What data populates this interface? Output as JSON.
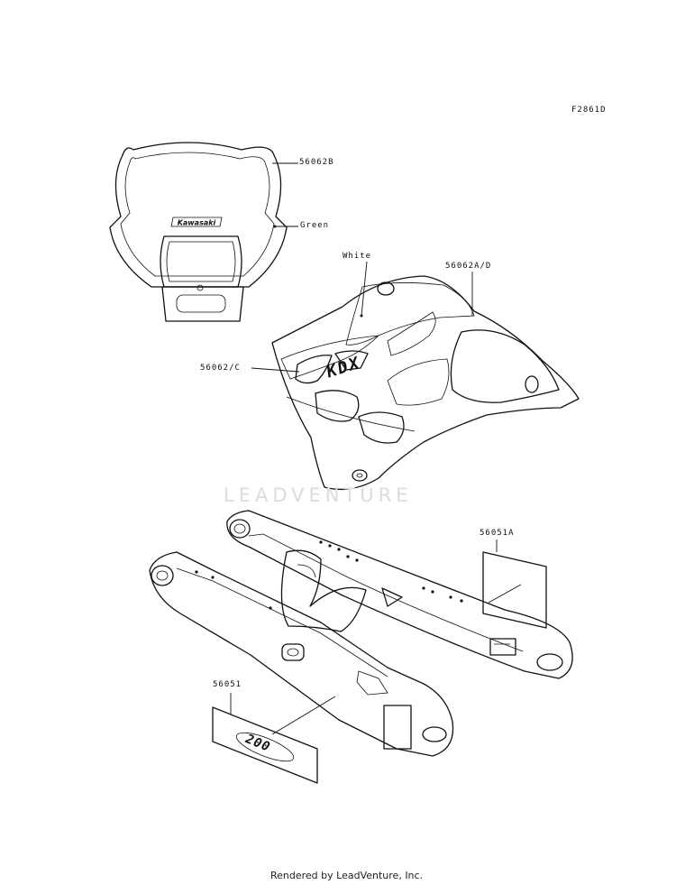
{
  "diagram": {
    "figure_code": "F2861D",
    "labels": {
      "headlight_cover": "56062B",
      "green": "Green",
      "white": "White",
      "shroud_a_d": "56062A/D",
      "shroud_c": "56062/C",
      "swingarm_right": "56051A",
      "swingarm_left": "56051"
    },
    "decal_text": {
      "brand": "Kawasaki",
      "model": "KDX",
      "number": "200"
    },
    "watermark": "LEADVENTURE",
    "footer": "Rendered by LeadVenture, Inc.",
    "colors": {
      "line": "#111111",
      "watermark": "#dcdcdc",
      "background": "#ffffff"
    }
  }
}
